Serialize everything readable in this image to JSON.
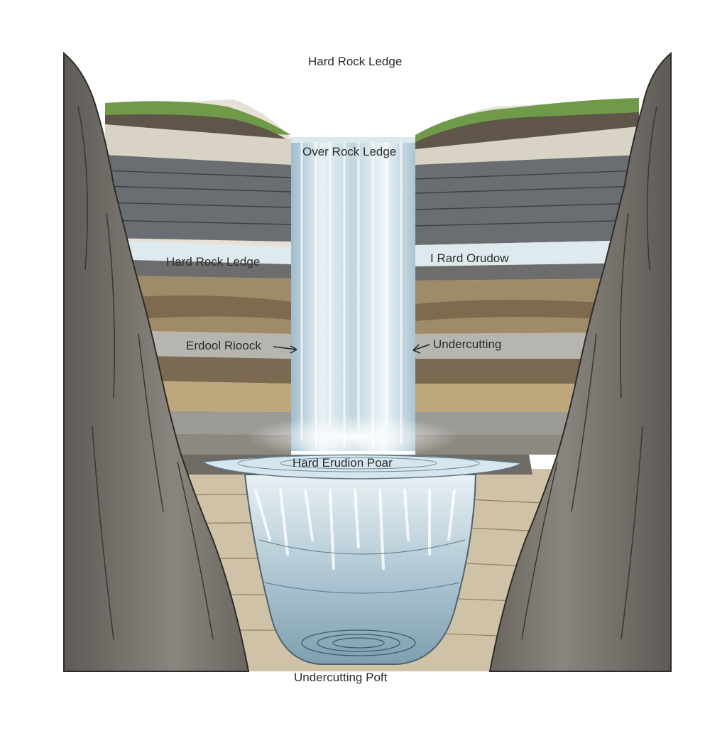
{
  "labels": {
    "top": "Hard Rock Ledge",
    "over_ledge": "Over Rock Ledge",
    "left_ledge": "Hard Rock Ledge",
    "right_upper": "I Rard Orudow",
    "left_eroded": "Erdool Rioock",
    "right_undercut": "Undercutting",
    "pool": "Hard Erudion Poar",
    "bottom": "Undercutting Poft"
  }
}
